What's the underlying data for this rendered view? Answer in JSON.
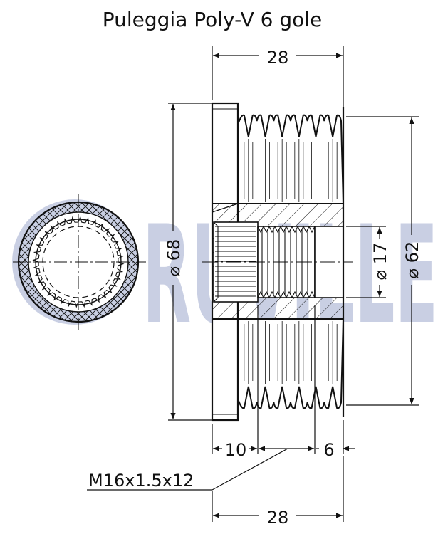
{
  "title": "Puleggia Poly-V 6 gole",
  "watermark": "RUVILLE",
  "dimensions": {
    "top_length": "28",
    "bottom_length": "28",
    "outer_diameter": "⌀ 68",
    "groove_diameter": "⌀ 62",
    "bore_diameter": "⌀ 17",
    "spline_length": "10",
    "thread_length": "6",
    "thread_spec": "M16x1.5x12"
  },
  "colors": {
    "line": "#111111",
    "watermark": "#c9cfe3",
    "background": "#ffffff"
  }
}
